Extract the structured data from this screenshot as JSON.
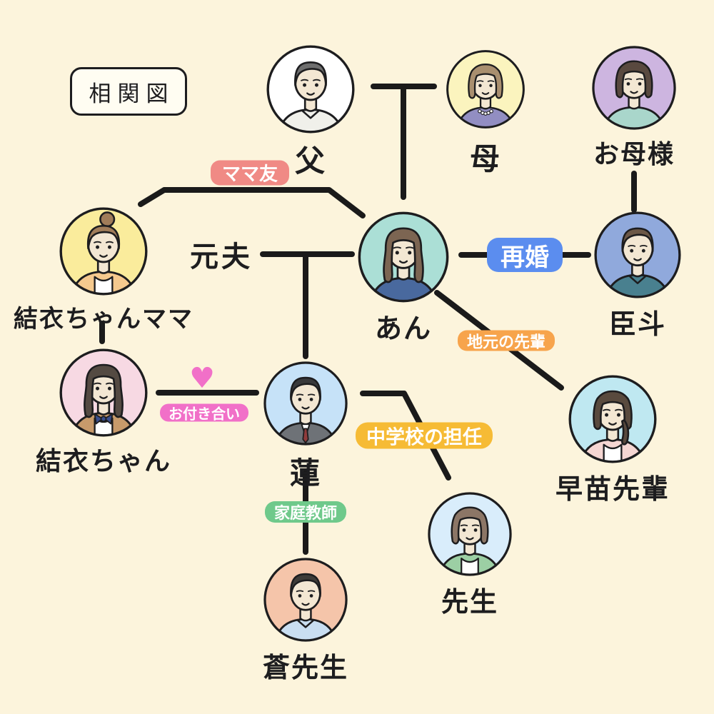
{
  "title": "相関図",
  "colors": {
    "background": "#FCF4DC",
    "line": "#1A1A1A",
    "outline": "#1d1d1f",
    "badge_text": "#FFFFFF",
    "heart_pink": "#F170C8"
  },
  "icons": {
    "heart": "♥"
  },
  "people": [
    {
      "id": "father",
      "name": "父",
      "avatar": {
        "bg": "#FFFFFF",
        "hair": "#6E6E6E",
        "hair_style": "short",
        "clothes": "#F0F0EA",
        "accessory": "collar"
      }
    },
    {
      "id": "mother",
      "name": "母",
      "avatar": {
        "bg": "#FBF4BE",
        "hair": "#A98F6F",
        "hair_style": "bob",
        "clothes": "#928EC2",
        "accessory": "necklace"
      }
    },
    {
      "id": "okasama",
      "name": "お母様",
      "avatar": {
        "bg": "#CDB5E0",
        "hair": "#59493F",
        "hair_style": "bob",
        "clothes": "#A9D6CB",
        "accessory": ""
      }
    },
    {
      "id": "yui-mama",
      "name": "結衣ちゃんママ",
      "avatar": {
        "bg": "#FAEC9C",
        "hair": "#A07C59",
        "hair_style": "bun",
        "clothes": "#F5C98E",
        "inner": true,
        "accessory": ""
      }
    },
    {
      "id": "an",
      "name": "あん",
      "avatar": {
        "bg": "#ABDFD6",
        "hair": "#7C6552",
        "hair_style": "long",
        "clothes": "#49699E",
        "accessory": ""
      }
    },
    {
      "id": "minto",
      "name": "臣斗",
      "avatar": {
        "bg": "#90A9DC",
        "hair": "#6C5847",
        "hair_style": "short",
        "clothes": "#49808F",
        "accessory": "collar"
      }
    },
    {
      "id": "yui-chan",
      "name": "結衣ちゃん",
      "avatar": {
        "bg": "#F7D9E3",
        "hair": "#544A42",
        "hair_style": "long",
        "clothes": "#C79A6B",
        "inner": true,
        "accessory": "bow"
      }
    },
    {
      "id": "ren",
      "name": "蓮",
      "avatar": {
        "bg": "#C6E2F8",
        "hair": "#39393B",
        "hair_style": "short",
        "clothes": "#6E7277",
        "accessory": "tie"
      }
    },
    {
      "id": "sanae-senpai",
      "name": "早苗先輩",
      "avatar": {
        "bg": "#BFE8F1",
        "hair": "#594A3E",
        "hair_style": "sidepony",
        "clothes": "#F5D6D2",
        "inner": true,
        "accessory": ""
      }
    },
    {
      "id": "sensei",
      "name": "先生",
      "avatar": {
        "bg": "#D9EDFB",
        "hair": "#8C7666",
        "hair_style": "bob",
        "clothes": "#9CCFA4",
        "inner": true,
        "accessory": ""
      }
    },
    {
      "id": "ao-sensei",
      "name": "蒼先生",
      "avatar": {
        "bg": "#F5C5AA",
        "hair": "#3E3B38",
        "hair_style": "short",
        "clothes": "#C9DEF1",
        "accessory": "collar"
      }
    }
  ],
  "relationships": [
    {
      "label": "ママ友",
      "type": "badge",
      "color": "#F08A85",
      "from": "yui-mama",
      "to": "an"
    },
    {
      "label": "元夫",
      "type": "text",
      "from": "an",
      "to": "ren"
    },
    {
      "label": "再婚",
      "type": "badge",
      "color": "#5B8DEF",
      "from": "an",
      "to": "minto"
    },
    {
      "label": "地元の先輩",
      "type": "badge",
      "color": "#F7A44C",
      "from": "an",
      "to": "sanae-senpai"
    },
    {
      "label": "お付き合い",
      "type": "badge",
      "color": "#F170C8",
      "icon": "heart",
      "from": "yui-chan",
      "to": "ren"
    },
    {
      "label": "中学校の担任",
      "type": "badge",
      "color": "#F6BB35",
      "from": "ren",
      "to": "sensei"
    },
    {
      "label": "家庭教師",
      "type": "badge",
      "color": "#6FC98B",
      "from": "ren",
      "to": "ao-sensei"
    }
  ],
  "connections": [
    {
      "from": "father",
      "to": "mother",
      "type": "couple"
    },
    {
      "from": "father+mother",
      "to": "an",
      "type": "child"
    },
    {
      "from": "okasama",
      "to": "minto",
      "type": "parent"
    },
    {
      "from": "yui-mama",
      "to": "yui-chan",
      "type": "parent"
    }
  ]
}
